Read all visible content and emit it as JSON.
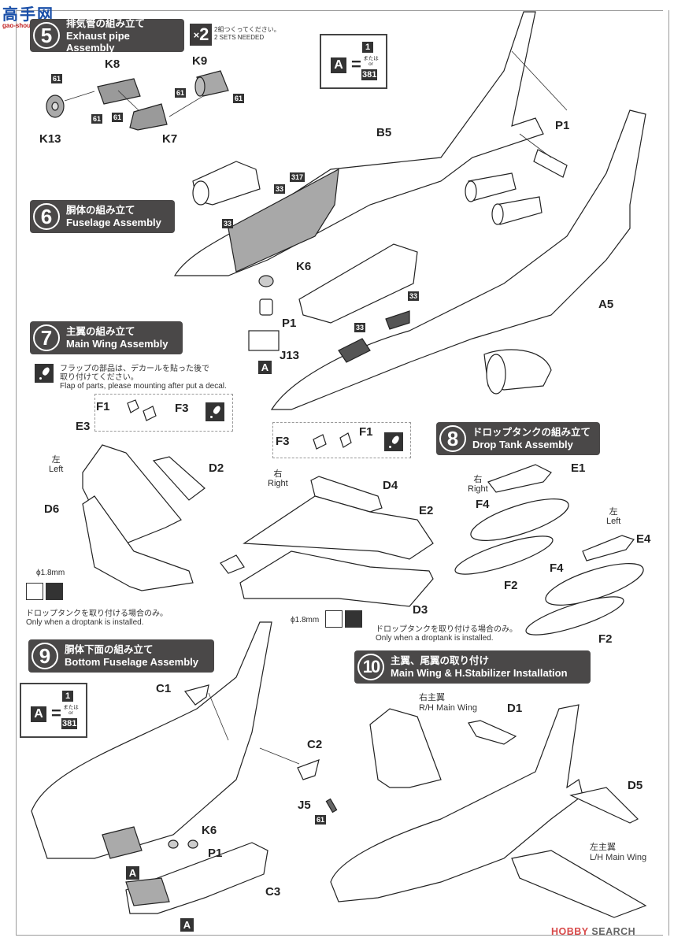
{
  "watermark": {
    "site_name": "高手网",
    "site_url": "gao-shou.com"
  },
  "alt_part_note": {
    "letter": "A",
    "equals": "=",
    "option_1": "1",
    "or_jp": "または",
    "or_en": "or",
    "option_2": "381"
  },
  "steps": [
    {
      "number": "5",
      "title_jp": "排気管の組み立て",
      "title_en": "Exhaust pipe Assembly",
      "multiplier": {
        "label_x": "×",
        "label_n": "2",
        "note_jp": "2組つくってください。",
        "note_en": "2 SETS NEEDED"
      }
    },
    {
      "number": "6",
      "title_jp": "胴体の組み立て",
      "title_en": "Fuselage Assembly"
    },
    {
      "number": "7",
      "title_jp": "主翼の組み立て",
      "title_en": "Main Wing Assembly",
      "note_jp_1": "フラップの部品は、デカールを貼った後で",
      "note_jp_2": "取り付けてください。",
      "note_en": "Flap of parts, please mounting after put a decal."
    },
    {
      "number": "8",
      "title_jp": "ドロップタンクの組み立て",
      "title_en": "Drop Tank Assembly"
    },
    {
      "number": "9",
      "title_jp": "胴体下面の組み立て",
      "title_en": "Bottom Fuselage Assembly"
    },
    {
      "number": "10",
      "title_jp": "主翼、尾翼の取り付け",
      "title_en": "Main Wing & H.Stabilizer Installation"
    }
  ],
  "parts": {
    "step5": {
      "K8": "K8",
      "K9": "K9",
      "K13": "K13",
      "K7": "K7",
      "color": "61"
    },
    "step6": {
      "B5": "B5",
      "P1_top": "P1",
      "K6": "K6",
      "P1": "P1",
      "J13": "J13",
      "A5": "A5",
      "A": "A",
      "color_33": "33",
      "color_317": "317"
    },
    "step7": {
      "F1": "F1",
      "F3": "F3",
      "E3": "E3",
      "D2": "D2",
      "D6": "D6",
      "side_jp": "左",
      "side_en": "Left",
      "drill": "ϕ1.8mm",
      "drop_jp": "ドロップタンクを取り付ける場合のみ。",
      "drop_en": "Only when a droptank is installed."
    },
    "step7r": {
      "F3": "F3",
      "F1": "F1",
      "D4": "D4",
      "E2": "E2",
      "D3": "D3",
      "side_jp": "右",
      "side_en": "Right",
      "drill": "ϕ1.8mm",
      "drop_jp": "ドロップタンクを取り付ける場合のみ。",
      "drop_en": "Only when a droptank is installed."
    },
    "step8": {
      "E1": "E1",
      "F4a": "F4",
      "F2a": "F2",
      "E4": "E4",
      "F4b": "F4",
      "F2b": "F2",
      "right_jp": "右",
      "right_en": "Right",
      "left_jp": "左",
      "left_en": "Left"
    },
    "step9": {
      "C1": "C1",
      "C2": "C2",
      "J5": "J5",
      "K6": "K6",
      "P1": "P1",
      "C3": "C3",
      "A": "A",
      "color": "61"
    },
    "step10": {
      "D1": "D1",
      "D5": "D5",
      "rh_jp": "右主翼",
      "rh_en": "R/H Main Wing",
      "lh_jp": "左主翼",
      "lh_en": "L/H Main Wing"
    }
  },
  "footer": {
    "brand_1": "HOBBY",
    "brand_2": "SEARCH"
  }
}
